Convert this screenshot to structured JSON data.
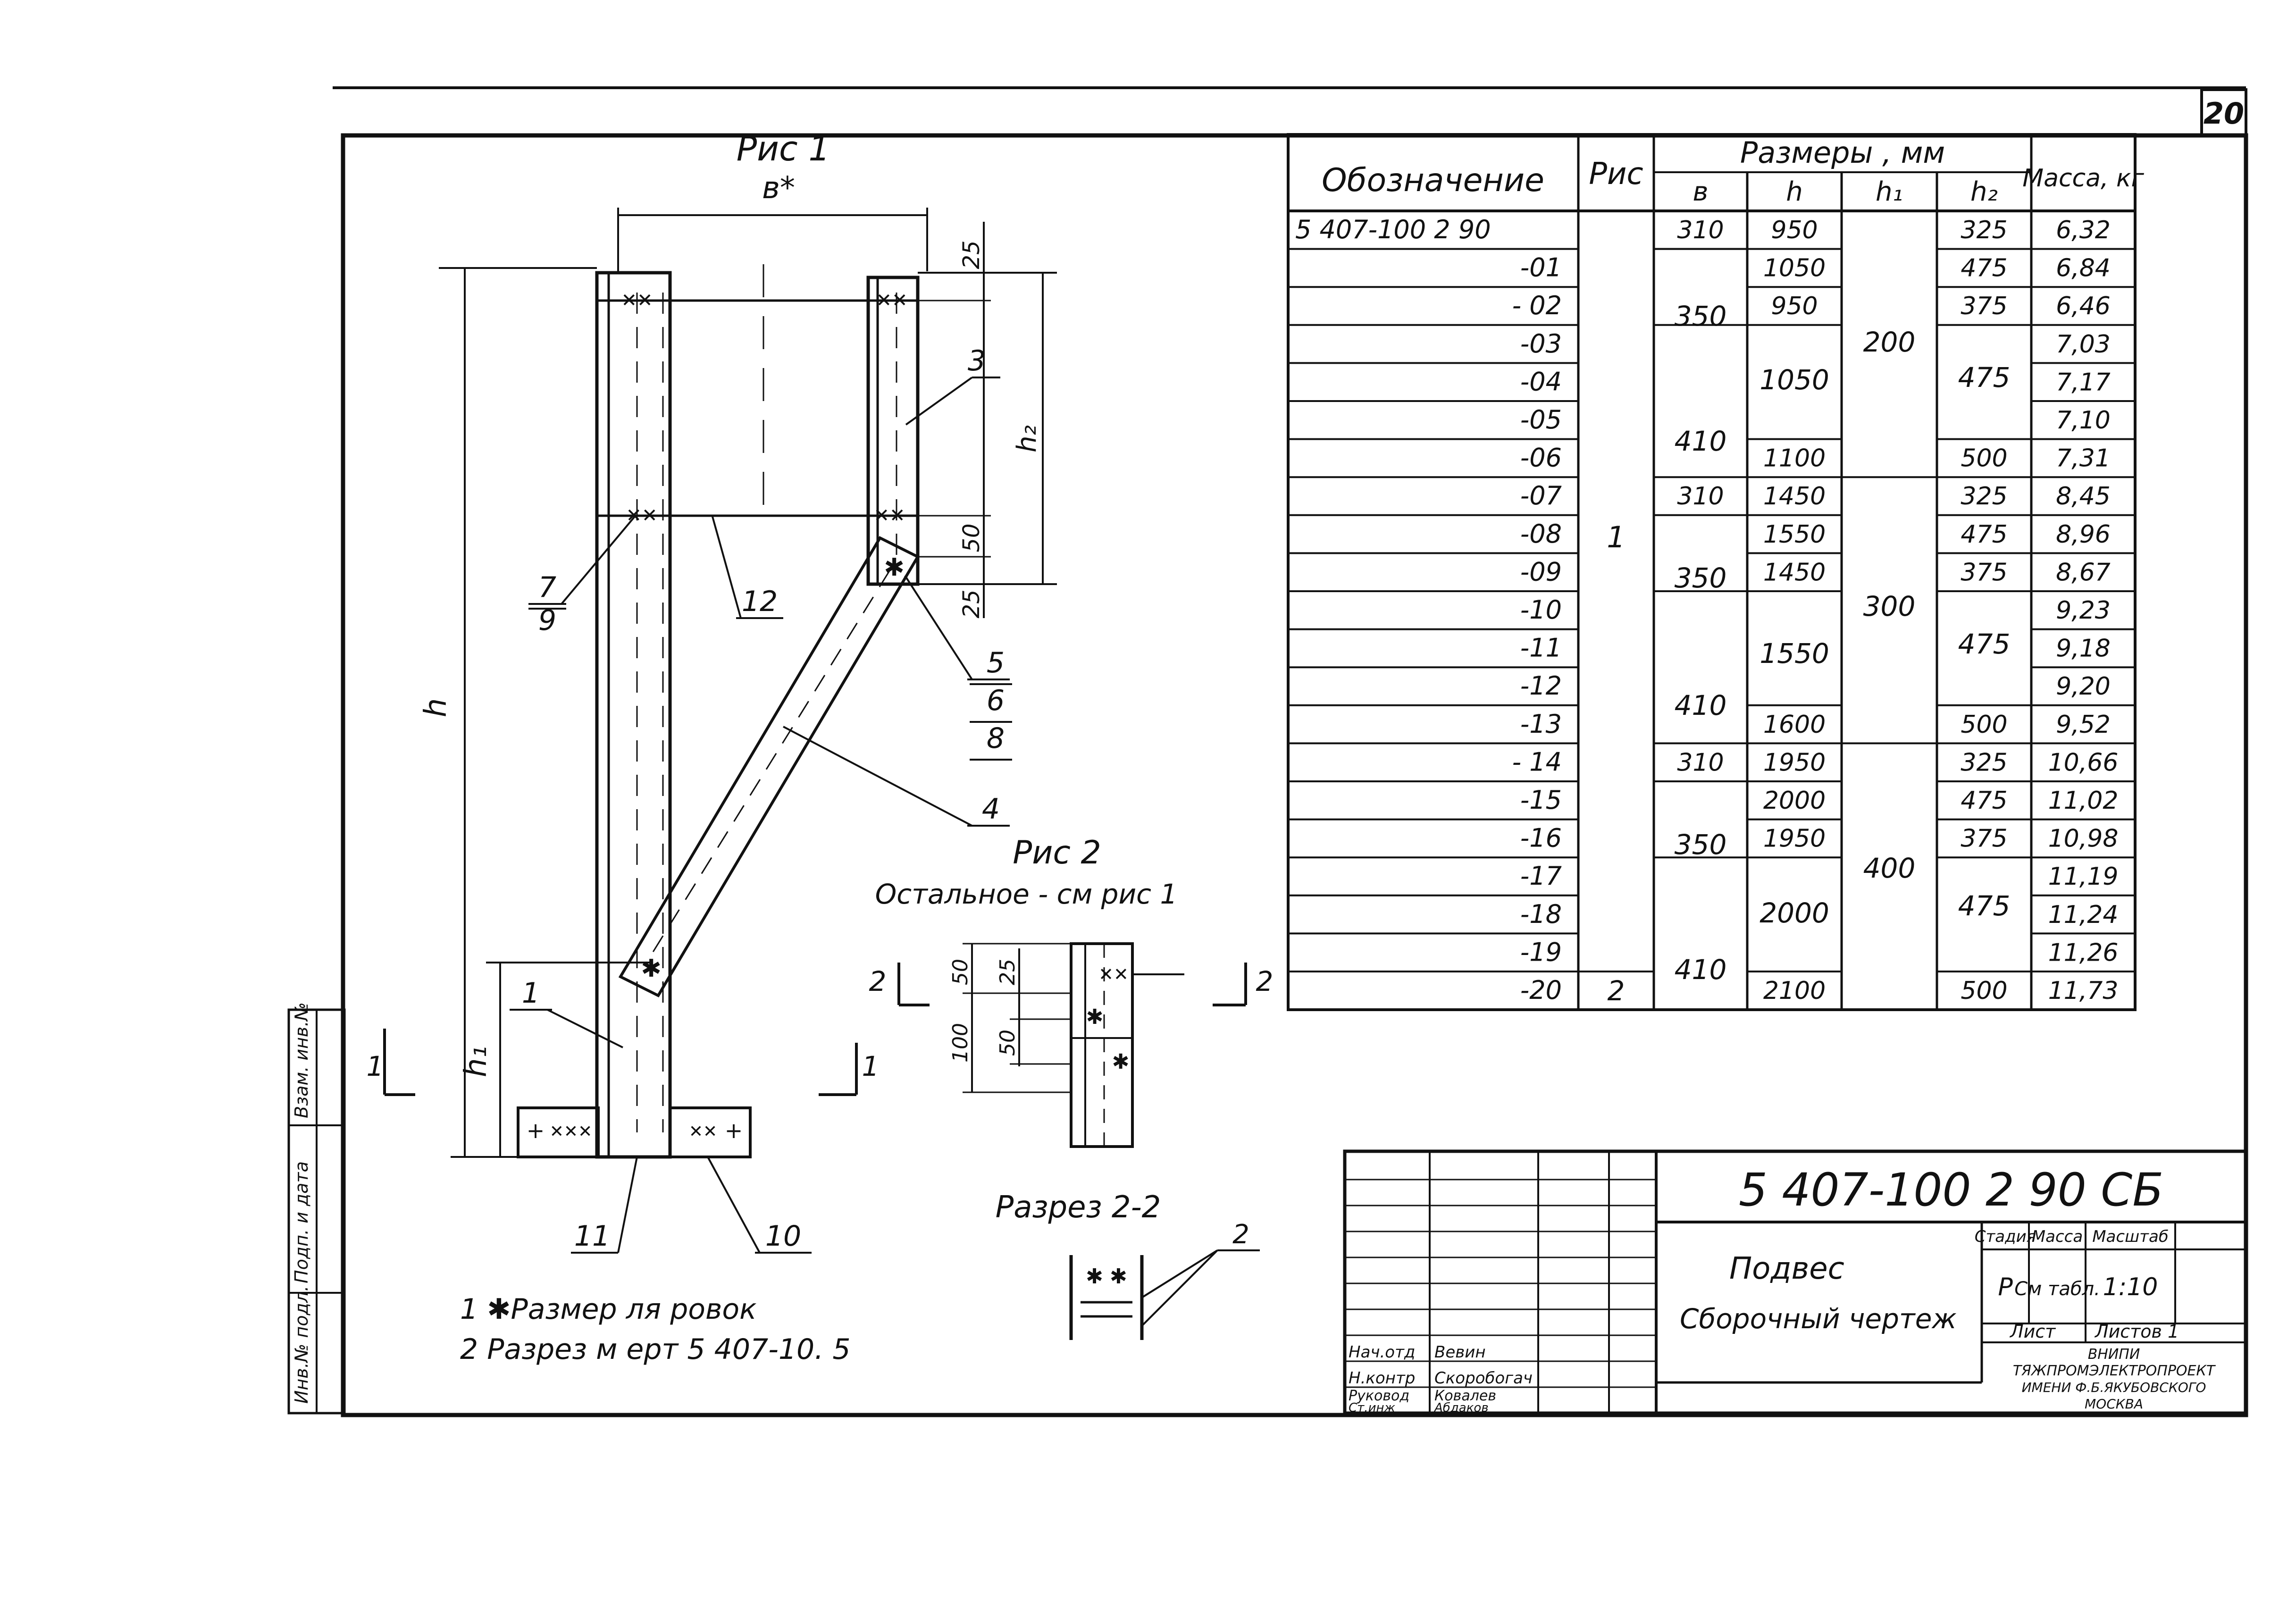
{
  "sheet_number": "20",
  "figure1": {
    "title": "Рис 1",
    "width_label": "в*",
    "dims": {
      "h": "h",
      "h1": "h₁",
      "h2": "h₂",
      "d25_top": "25",
      "d50": "50",
      "d25_bottom": "25"
    },
    "callouts": [
      "1",
      "3",
      "4",
      "5",
      "6",
      "8",
      "7",
      "9",
      "10",
      "11",
      "12"
    ]
  },
  "figure2": {
    "title": "Рис 2",
    "subtitle": "Остальное - см рис 1",
    "dims": {
      "d50": "50",
      "d25": "25",
      "d100": "100",
      "d50b": "50"
    }
  },
  "section_markers": {
    "s1": "1",
    "s2": "2"
  },
  "section22": {
    "title": "Разрез 2-2",
    "callout": "2"
  },
  "notes": [
    "1 ✱Размер ля ровок",
    "2 Разрез м ерт 5 407-10. 5"
  ],
  "spec_table": {
    "headers": {
      "designation": "Обозначение",
      "fig": "Рис",
      "sizes": "Размеры , мм",
      "b": "в",
      "h": "h",
      "h1": "h₁",
      "h2": "h₂",
      "mass": "Масса, кг"
    },
    "rows": [
      {
        "d": "5 407-100 2 90",
        "b": "310",
        "h": "950",
        "h2": "325",
        "m": "6,32"
      },
      {
        "d": "-01",
        "b": "",
        "h": "1050",
        "h2": "475",
        "m": "6,84"
      },
      {
        "d": "- 02",
        "b": "",
        "h": "950",
        "h2": "375",
        "m": "6,46"
      },
      {
        "d": "-03",
        "b": "",
        "h": "",
        "h2": "",
        "m": "7,03"
      },
      {
        "d": "-04",
        "b": "",
        "h": "",
        "h2": "",
        "m": "7,17"
      },
      {
        "d": "-05",
        "b": "",
        "h": "",
        "h2": "",
        "m": "7,10"
      },
      {
        "d": "-06",
        "b": "",
        "h": "1100",
        "h2": "500",
        "m": "7,31"
      },
      {
        "d": "-07",
        "b": "310",
        "h": "1450",
        "h2": "325",
        "m": "8,45"
      },
      {
        "d": "-08",
        "b": "",
        "h": "1550",
        "h2": "475",
        "m": "8,96"
      },
      {
        "d": "-09",
        "b": "",
        "h": "1450",
        "h2": "375",
        "m": "8,67"
      },
      {
        "d": "-10",
        "b": "",
        "h": "",
        "h2": "",
        "m": "9,23"
      },
      {
        "d": "-11",
        "b": "",
        "h": "",
        "h2": "",
        "m": "9,18"
      },
      {
        "d": "-12",
        "b": "",
        "h": "",
        "h2": "",
        "m": "9,20"
      },
      {
        "d": "-13",
        "b": "",
        "h": "1600",
        "h2": "500",
        "m": "9,52"
      },
      {
        "d": "- 14",
        "b": "310",
        "h": "1950",
        "h2": "325",
        "m": "10,66"
      },
      {
        "d": "-15",
        "b": "",
        "h": "2000",
        "h2": "475",
        "m": "11,02"
      },
      {
        "d": "-16",
        "b": "",
        "h": "1950",
        "h2": "375",
        "m": "10,98"
      },
      {
        "d": "-17",
        "b": "",
        "h": "",
        "h2": "",
        "m": "11,19"
      },
      {
        "d": "-18",
        "b": "",
        "h": "",
        "h2": "",
        "m": "11,24"
      },
      {
        "d": "-19",
        "b": "",
        "h": "",
        "h2": "",
        "m": "11,26"
      },
      {
        "d": "-20",
        "b": "",
        "h": "2100",
        "h2": "500",
        "m": "11,73"
      }
    ],
    "merged": {
      "b350_a": "350",
      "b410_a": "410",
      "h1050": "1050",
      "b350_b": "350",
      "b410_b": "410",
      "h1550": "1550",
      "b350_c": "350",
      "b410_c": "410",
      "h2000": "2000",
      "h1_200": "200",
      "h1_300": "300",
      "h1_400": "400",
      "h2_475_a": "475",
      "h2_475_b": "475",
      "h2_475_c": "475",
      "fig1": "1",
      "fig2": "2"
    }
  },
  "title_block": {
    "code": "5 407-100 2 90 СБ",
    "name_line1": "Подвес",
    "name_line2": "Сборочный чертеж",
    "stage_label": "Стадия",
    "stage_value": "Р",
    "mass_label": "Масса",
    "mass_value": "См табл.",
    "scale_label": "Масштаб",
    "scale_value": "1:10",
    "sheet_label": "Лист",
    "sheets_label": "Листов 1",
    "org_line1": "ВНИПИ",
    "org_line2": "ТЯЖПРОМЭЛЕКТРОПРОЕКТ",
    "org_line3": "ИМЕНИ Ф.Б.ЯКУБОВСКОГО",
    "org_line4": "МОСКВА",
    "sign_rows": [
      {
        "role": "Нач.отд",
        "name": "Вевин"
      },
      {
        "role": "Н.контр",
        "name": "Скоробогач"
      },
      {
        "role": "Руковод",
        "name": "Ковалев"
      },
      {
        "role": "Ст.инж",
        "name": "Абдаков"
      }
    ]
  },
  "side_stamp": [
    "Инв.№ подл.",
    "Подп. и дата",
    "Взам. инв.№"
  ]
}
